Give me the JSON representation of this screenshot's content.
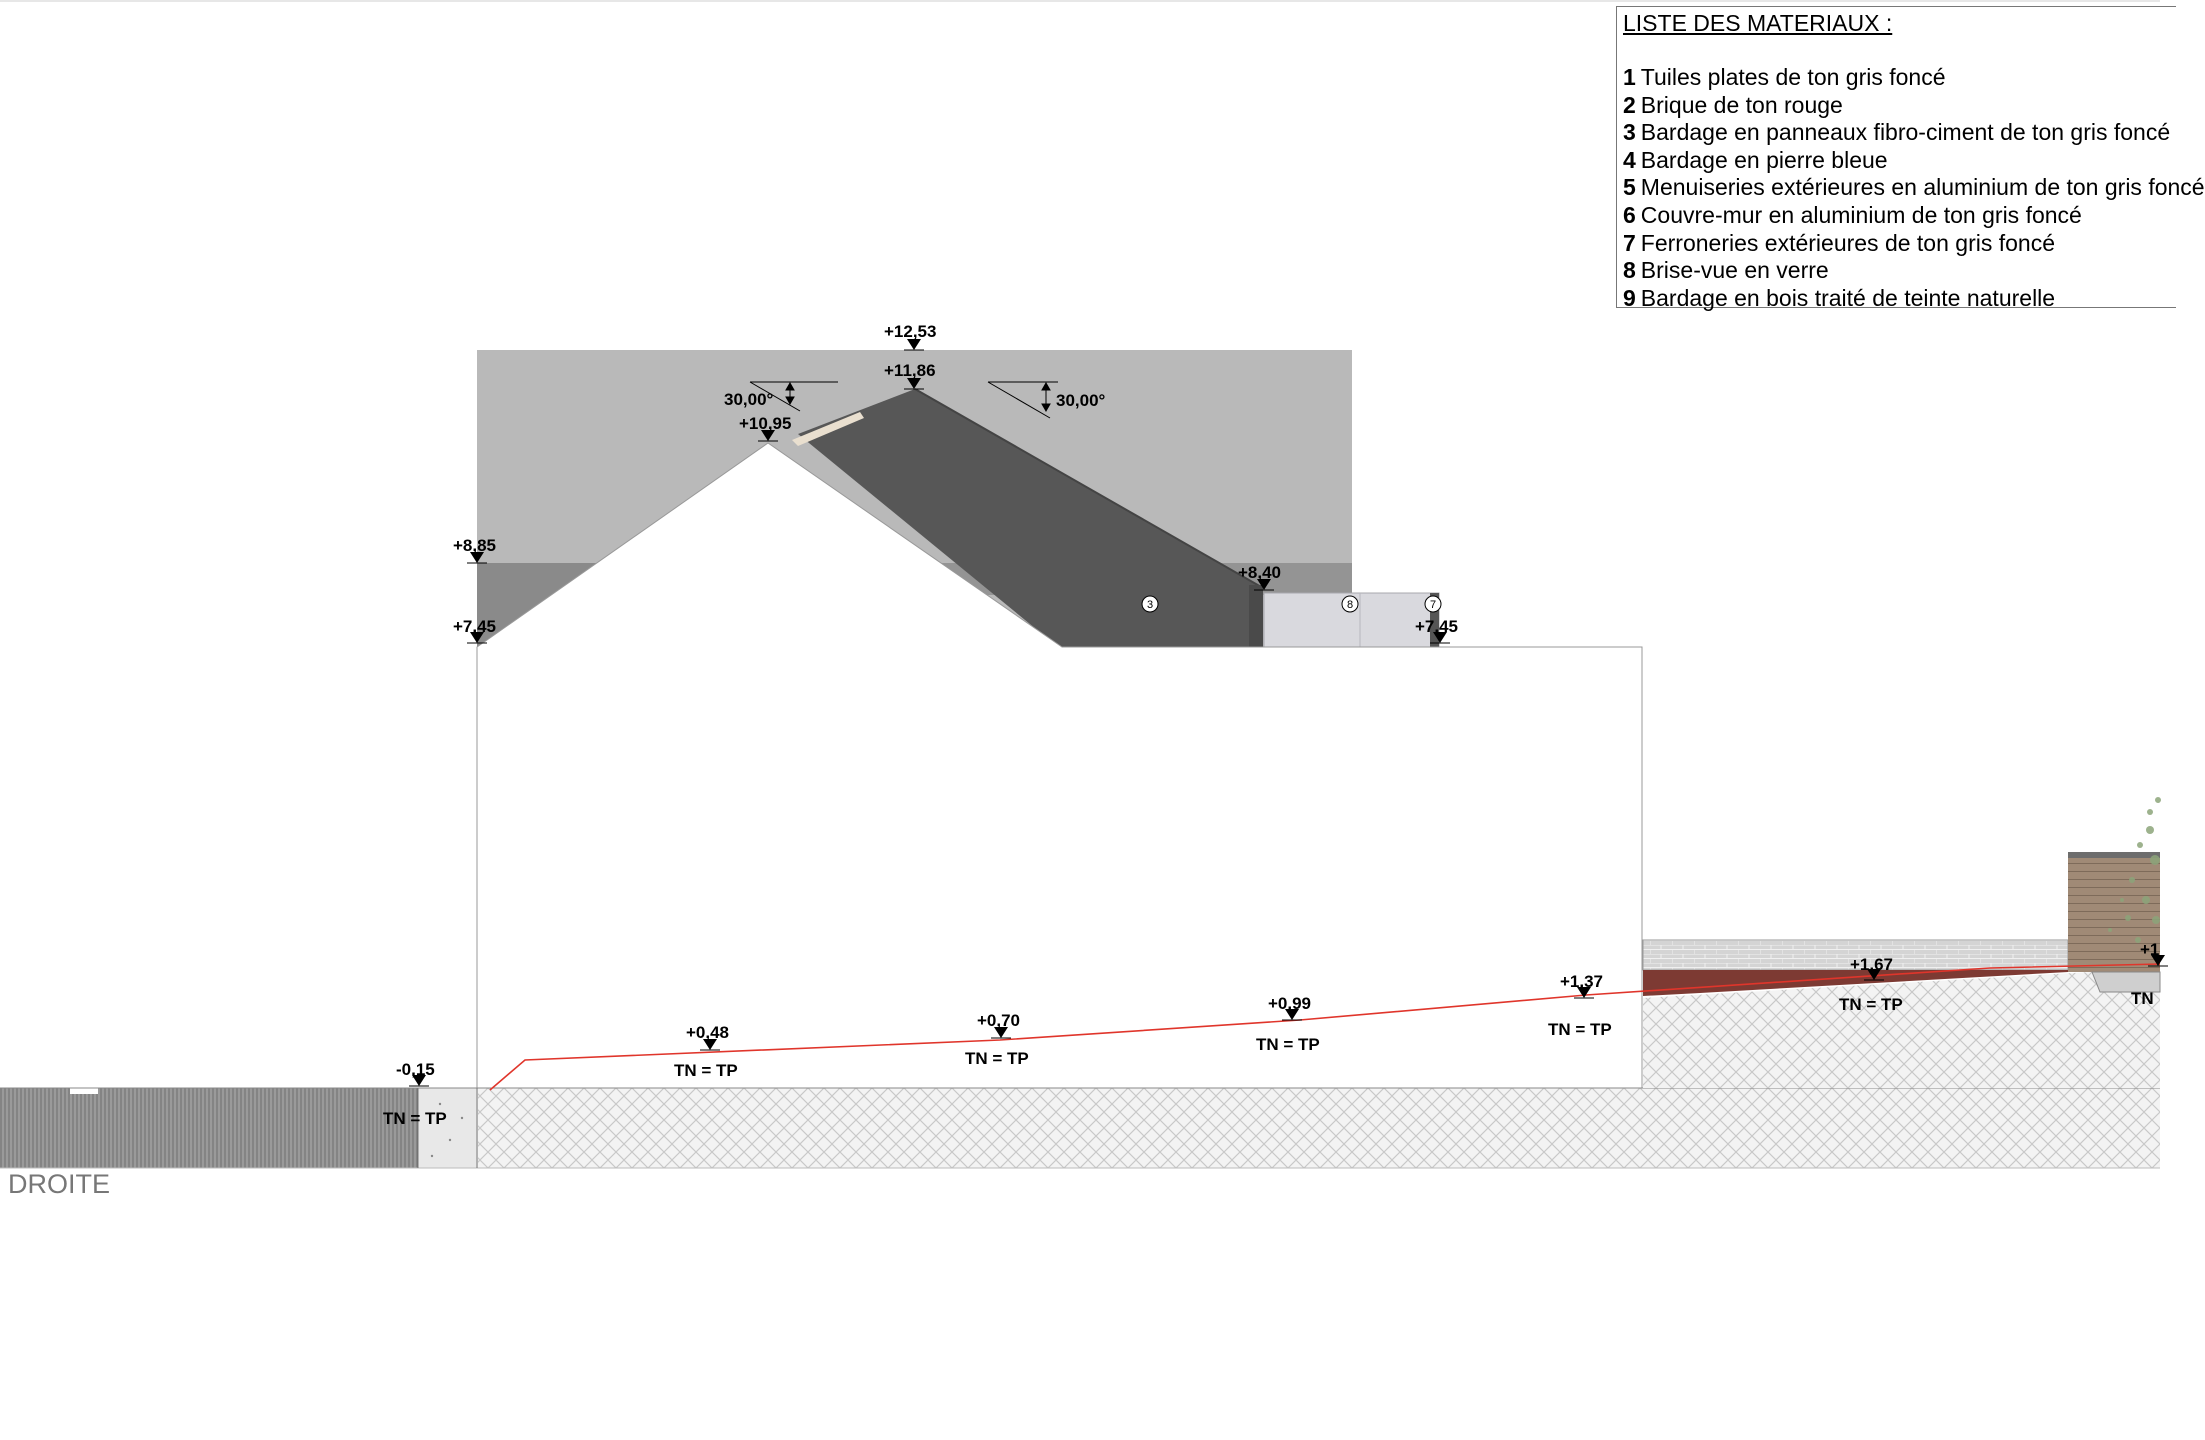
{
  "view_title": "DROITE",
  "legend": {
    "title": "LISTE DES MATERIAUX :",
    "items": [
      {
        "num": "1",
        "text": "Tuiles plates de ton gris foncé"
      },
      {
        "num": "2",
        "text": "Brique de ton rouge"
      },
      {
        "num": "3",
        "text": "Bardage en panneaux fibro-ciment de ton gris foncé"
      },
      {
        "num": "4",
        "text": "Bardage en pierre bleue"
      },
      {
        "num": "5",
        "text": "Menuiseries extérieures en aluminium de ton gris foncé"
      },
      {
        "num": "6",
        "text": "Couvre-mur en aluminium de ton gris foncé"
      },
      {
        "num": "7",
        "text": "Ferroneries extérieures de ton gris foncé"
      },
      {
        "num": "8",
        "text": "Brise-vue en verre"
      },
      {
        "num": "9",
        "text": "Bardage en bois traité de teinte naturelle"
      }
    ]
  },
  "levels": {
    "l_12_53": "+12,53",
    "l_11_86": "+11,86",
    "l_10_95": "+10,95",
    "l_8_85": "+8,85",
    "l_7_45_left": "+7,45",
    "l_8_40": "+8,40",
    "l_7_45_right": "+7,45",
    "l_m0_15": "-0,15",
    "l_0_48": "+0,48",
    "l_0_70": "+0,70",
    "l_0_99": "+0,99",
    "l_1_37": "+1,37",
    "l_1_67": "+1,67",
    "l_1_cut": "+1"
  },
  "angles": {
    "left": "30,00°",
    "right": "30,00°"
  },
  "tn_label": "TN = TP",
  "tn_label_cut": "TN",
  "material_tags": {
    "m3": "3",
    "m8": "8",
    "m7": "7"
  },
  "colors": {
    "background_building": "#b9b9b9",
    "roof_dark": "#575757",
    "gable_band": "#949494",
    "terrain_line": "#e0352b",
    "neighbor_brick": "#7d3a33",
    "neighbor_wood": "#a08a76",
    "glass": "#d9d9de"
  }
}
